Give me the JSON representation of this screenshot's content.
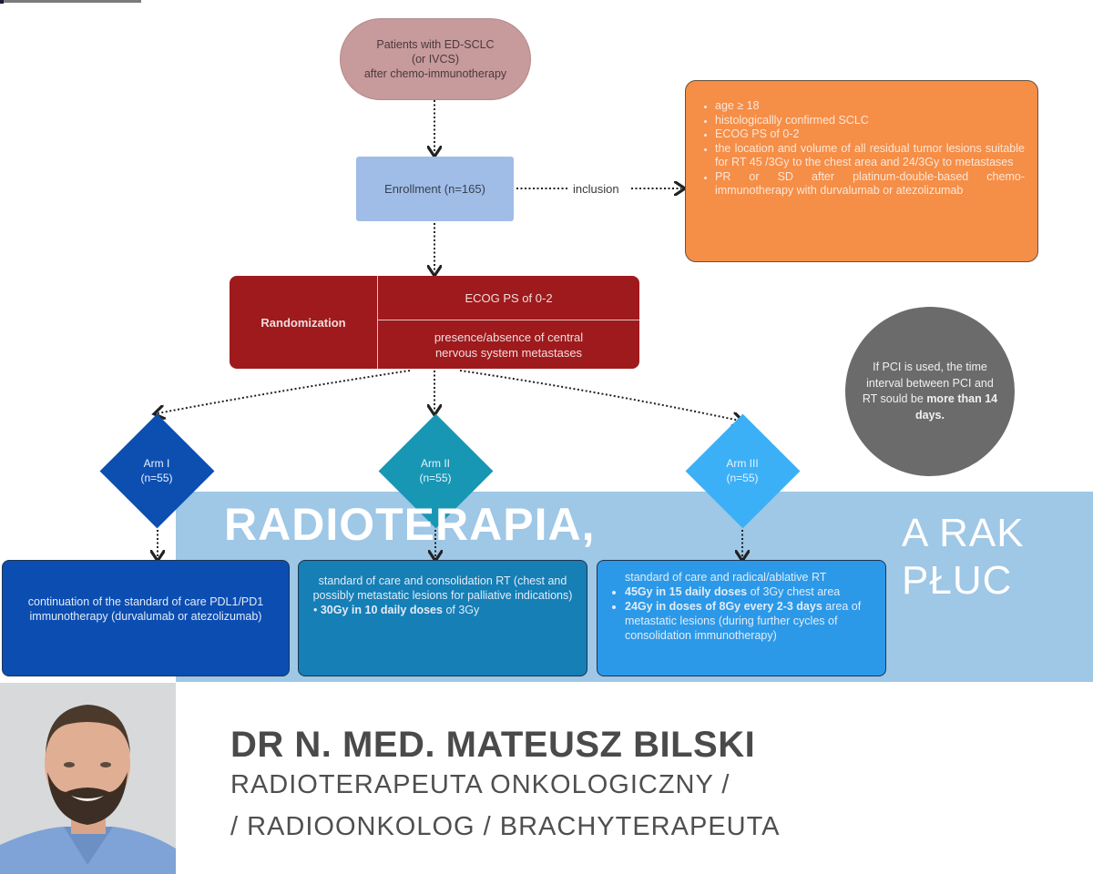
{
  "flowchart": {
    "start": {
      "lines": [
        "Patients with ED-SCLC",
        "(or IVCS)",
        "after chemo-immunotherapy"
      ],
      "color": "#c79a9c"
    },
    "enrollment": {
      "label": "Enrollment (n=165)",
      "color": "#9fbde6"
    },
    "inclusion_label": "inclusion",
    "inclusion_criteria": {
      "color": "#f58e47",
      "items": [
        "age ≥ 18",
        "histologicallly confirmed SCLC",
        "ECOG PS of 0-2",
        "the location and volume of all residual tumor lesions suitable for RT 45 /3Gy to the chest area and 24/3Gy to metastases",
        "PR or SD after platinum-double-based chemo-immunotherapy with durvalumab or atezolizumab"
      ]
    },
    "randomization": {
      "label": "Randomization",
      "factors": [
        "ECOG PS of 0-2",
        "presence/absence of central nervous system metastases"
      ],
      "color": "#9e1a1d"
    },
    "note": {
      "text": "If PCI is  used, the time interval between PCI and RT sould be",
      "emphasis": "more than 14 days.",
      "color": "#6b6b6b"
    },
    "arms": [
      {
        "name": "Arm I",
        "n": "(n=55)",
        "color": "#0d4fb1"
      },
      {
        "name": "Arm II",
        "n": "(n=55)",
        "color": "#1897b4"
      },
      {
        "name": "Arm III",
        "n": "(n=55)",
        "color": "#3cb0f6"
      }
    ],
    "arm_boxes": {
      "arm1": {
        "prefix": "continuation of the standard of care PDL1/PD1 immunotherapy (durvalumab or atezolizumab)"
      },
      "arm2": {
        "text": "standard of care and consolidation RT (chest and possibly metastatic lesions for palliative indications)",
        "bullet_bold": "30Gy in 10 daily doses",
        "bullet_rest": " of 3Gy"
      },
      "arm3": {
        "intro": "standard of care and radical/ablative RT",
        "b1_bold": "45Gy in 15 daily doses",
        "b1_rest": " of 3Gy chest area",
        "b2_bold": "24Gy in doses of 8Gy every 2-3 days",
        "b2_rest": " area of metastatic lesions (during further cycles of consolidation immunotherapy)"
      }
    }
  },
  "banner": {
    "title_line1": "RADIOTERAPIA,",
    "title_line2": "A RAK PŁUC",
    "color": "#8abbe1"
  },
  "author": {
    "name": "DR N. MED. MATEUSZ BILSKI",
    "role_line1": "RADIOTERAPEUTA ONKOLOGICZNY /",
    "role_line2": "/ RADIOONKOLOG / BRACHYTERAPEUTA"
  }
}
